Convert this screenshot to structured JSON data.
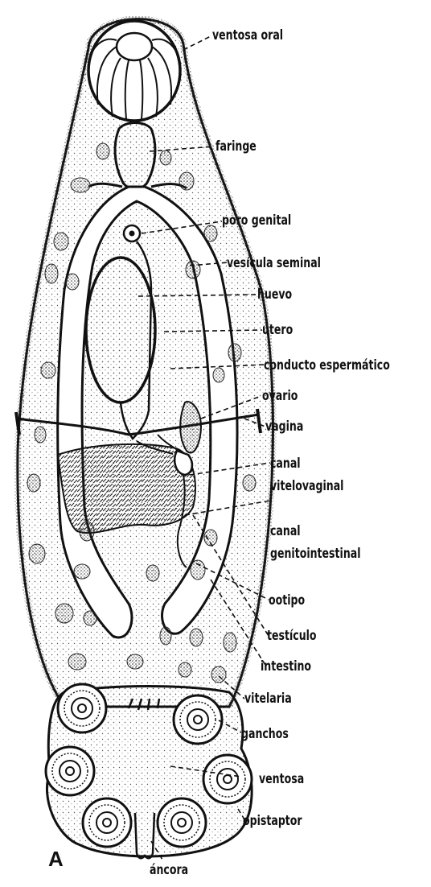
{
  "panel_letter": "A",
  "labels": {
    "ventosa_oral": "ventosa oral",
    "faringe": "faringe",
    "poro_genital": "poro genital",
    "vesicula_seminal": "vesícula seminal",
    "huevo": "huevo",
    "utero": "útero",
    "conducto_espermatico": "conducto espermático",
    "ovario": "ovario",
    "vagina": "vagina",
    "canal_vitelovaginal_1": "canal",
    "canal_vitelovaginal_2": "vitelovaginal",
    "canal_genitointestinal_1": "canal",
    "canal_genitointestinal_2": "genitointestinal",
    "ootipo": "ootipo",
    "testiculo": "testículo",
    "intestino": "intestino",
    "vitelaria": "vitelaria",
    "ganchos": "ganchos",
    "ventosa": "ventosa",
    "opistaptor": "opistaptor",
    "ancora": "áncora"
  },
  "colors": {
    "ink": "#111111",
    "paper": "#ffffff",
    "stipple": "#555555"
  }
}
